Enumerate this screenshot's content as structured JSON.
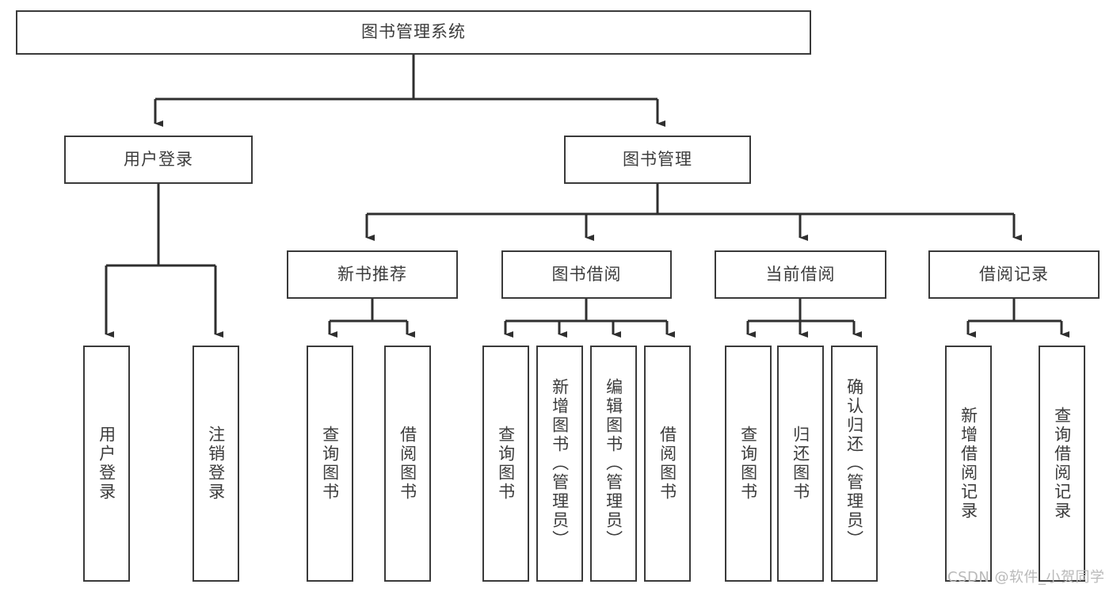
{
  "diagram": {
    "type": "tree",
    "title": "图书管理系统",
    "root": {
      "id": "root",
      "label": "图书管理系统",
      "orientation": "horizontal"
    },
    "level2": [
      {
        "id": "user-login",
        "label": "用户登录",
        "orientation": "horizontal"
      },
      {
        "id": "book-manage",
        "label": "图书管理",
        "orientation": "horizontal"
      }
    ],
    "level3": [
      {
        "id": "new-book-recommend",
        "label": "新书推荐",
        "orientation": "horizontal",
        "parent": "book-manage"
      },
      {
        "id": "book-borrow",
        "label": "图书借阅",
        "orientation": "horizontal",
        "parent": "book-manage"
      },
      {
        "id": "current-borrow",
        "label": "当前借阅",
        "orientation": "horizontal",
        "parent": "book-manage"
      },
      {
        "id": "borrow-record",
        "label": "借阅记录",
        "orientation": "horizontal",
        "parent": "book-manage"
      }
    ],
    "leaves": [
      {
        "id": "leaf-user-login",
        "label": "用户登录",
        "orientation": "vertical",
        "parent": "user-login"
      },
      {
        "id": "leaf-user-logout",
        "label": "注销登录",
        "orientation": "vertical",
        "parent": "user-login"
      },
      {
        "id": "leaf-query-book-1",
        "label": "查询图书",
        "orientation": "vertical",
        "parent": "new-book-recommend"
      },
      {
        "id": "leaf-borrow-book-1",
        "label": "借阅图书",
        "orientation": "vertical",
        "parent": "new-book-recommend"
      },
      {
        "id": "leaf-query-book-2",
        "label": "查询图书",
        "orientation": "vertical",
        "parent": "book-borrow"
      },
      {
        "id": "leaf-add-book",
        "label": "新增图书（管理员）",
        "orientation": "vertical",
        "parent": "book-borrow"
      },
      {
        "id": "leaf-edit-book",
        "label": "编辑图书（管理员）",
        "orientation": "vertical",
        "parent": "book-borrow"
      },
      {
        "id": "leaf-borrow-book-2",
        "label": "借阅图书",
        "orientation": "vertical",
        "parent": "book-borrow"
      },
      {
        "id": "leaf-query-book-3",
        "label": "查询图书",
        "orientation": "vertical",
        "parent": "current-borrow"
      },
      {
        "id": "leaf-return-book",
        "label": "归还图书",
        "orientation": "vertical",
        "parent": "current-borrow"
      },
      {
        "id": "leaf-confirm-return",
        "label": "确认归还（管理员）",
        "orientation": "vertical",
        "parent": "current-borrow"
      },
      {
        "id": "leaf-add-record",
        "label": "新增借阅记录",
        "orientation": "vertical",
        "parent": "borrow-record"
      },
      {
        "id": "leaf-query-record",
        "label": "查询借阅记录",
        "orientation": "vertical",
        "parent": "borrow-record"
      }
    ],
    "colors": {
      "stroke": "#3a3a3a",
      "fill": "#ffffff",
      "text": "#3c3c3c",
      "watermark": "#b9b9b9"
    }
  },
  "watermark": {
    "text": "CSDN @软件_小贺同学"
  }
}
